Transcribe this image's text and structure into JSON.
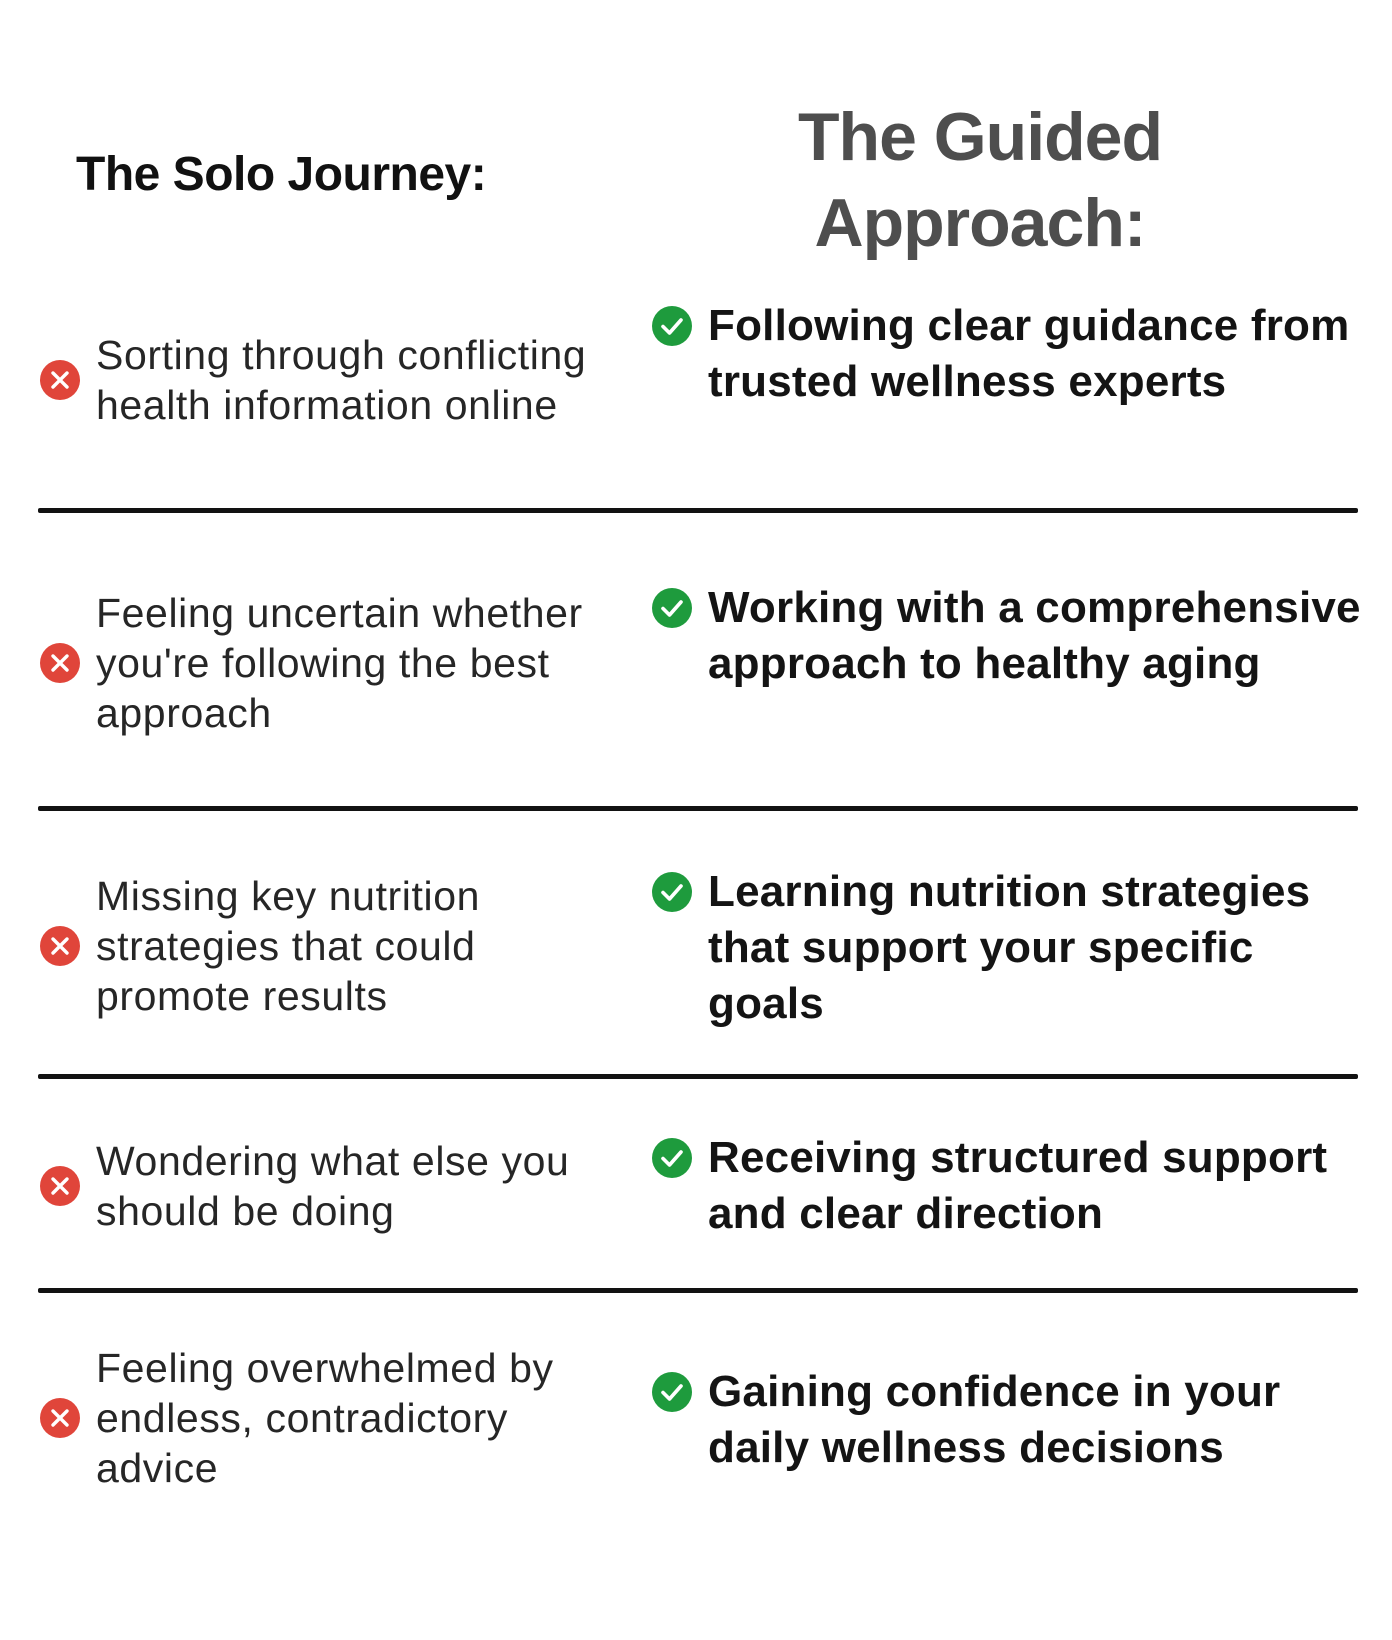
{
  "headings": {
    "left": "The Solo Journey:",
    "right_line1": "The Guided",
    "right_line2": "Approach:"
  },
  "colors": {
    "cross": "#e0453a",
    "check": "#1e9b3d",
    "divider": "#121212"
  },
  "icons": {
    "con": "cross-circle-icon",
    "pro": "check-circle-icon"
  },
  "rows": [
    {
      "con": "Sorting through conflicting health information online",
      "pro": "Following clear guidance from trusted wellness experts"
    },
    {
      "con": "Feeling uncertain whether you're following the best approach",
      "pro": "Working with a comprehensive approach to healthy aging"
    },
    {
      "con": "Missing key nutrition strategies that could promote results",
      "pro": "Learning nutrition strategies that support your specific goals"
    },
    {
      "con": "Wondering what else you should be doing",
      "pro": "Receiving structured support and clear direction"
    },
    {
      "con": "Feeling overwhelmed by endless, contradictory advice",
      "pro": "Gaining confidence in your daily wellness decisions"
    }
  ]
}
